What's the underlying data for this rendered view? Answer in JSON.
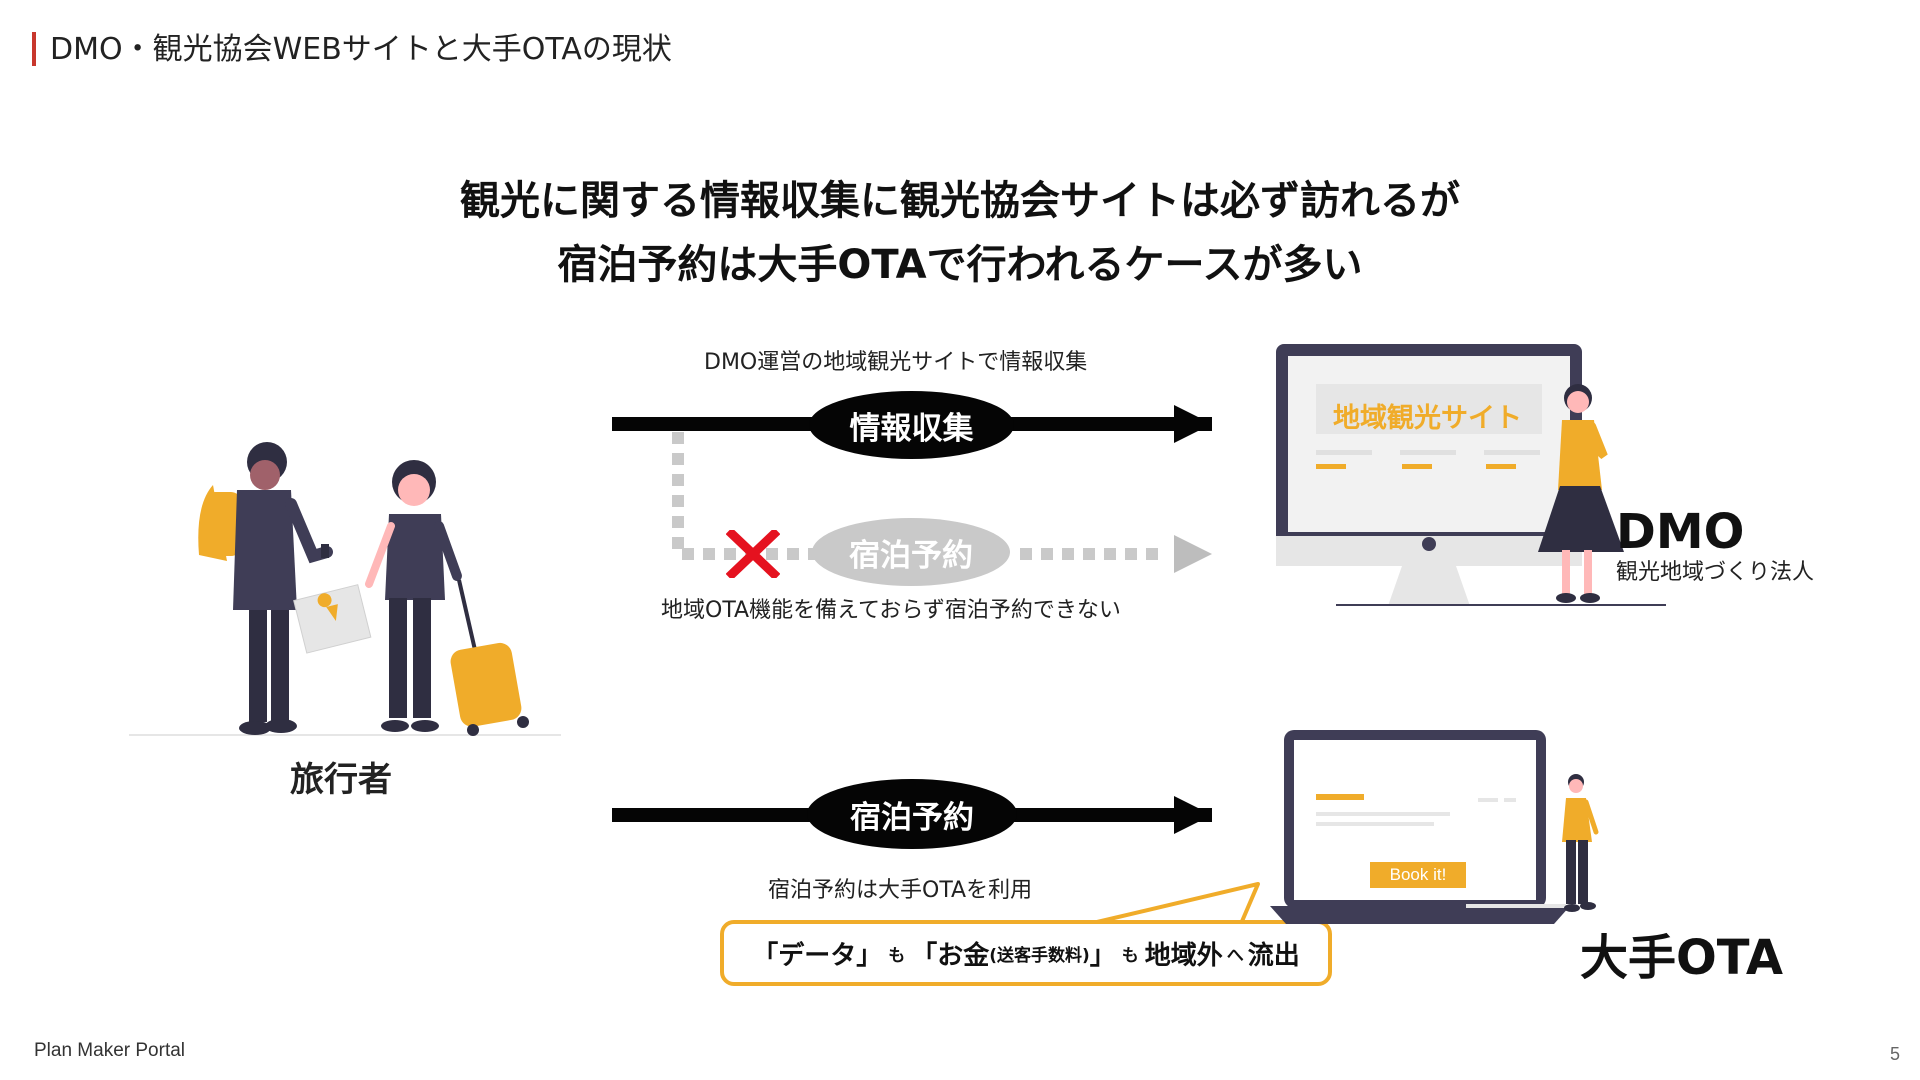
{
  "slide": {
    "title": "DMO・観光協会WEBサイトと大手OTAの現状",
    "headline_line1": "観光に関する情報収集に観光協会サイトは必ず訪れるが",
    "headline_line2": "宿泊予約は大手OTAで行われるケースが多い"
  },
  "flow_top": {
    "caption": "DMO運営の地域観光サイトで情報収集",
    "pill": "情報収集",
    "blocked_pill": "宿泊予約",
    "blocked_caption": "地域OTA機能を備えておらず宿泊予約できない"
  },
  "flow_bottom": {
    "pill": "宿泊予約",
    "caption": "宿泊予約は大手OTAを利用"
  },
  "callout": {
    "part1": "「データ」",
    "part2": "も",
    "part3": "「お金",
    "part4": "(送客手数料)",
    "part5": "」",
    "part6": "も",
    "part7": "地域外",
    "part8": "へ",
    "part9": "流出"
  },
  "traveler": {
    "label": "旅行者"
  },
  "dmo": {
    "site_label": "地域観光サイト",
    "name": "DMO",
    "subtitle": "観光地域づくり法人"
  },
  "ota": {
    "book_button": "Book it!",
    "name": "大手OTA"
  },
  "footer": {
    "brand": "Plan Maker Portal",
    "page_number": "5"
  },
  "colors": {
    "accent_red": "#c8372d",
    "accent_yellow": "#f0ac2a",
    "dark_navy": "#3f3d56",
    "gray": "#c9c9c9",
    "cross_red": "#e5121f"
  }
}
